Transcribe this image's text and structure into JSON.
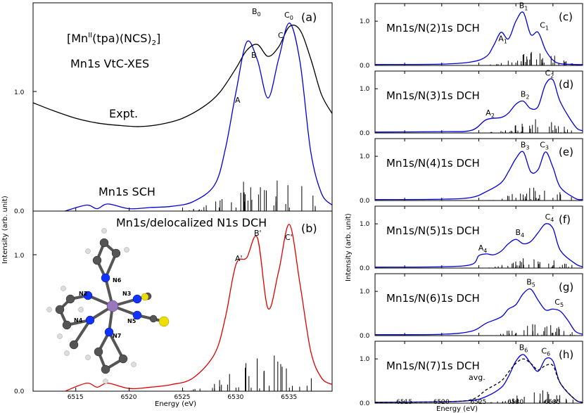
{
  "xlabel": "Energy (eV)",
  "ylabel": "Intensity (arb. unit)",
  "xticks": [
    "6515",
    "6520",
    "6525",
    "6530",
    "6535"
  ],
  "colors": {
    "expt": "#000000",
    "sch": "#0000dd",
    "delocalized": "#dd0000",
    "dch": "#0000dd",
    "avg": "#000000",
    "sticks": "#000000"
  },
  "left": {
    "panel_a": {
      "tag": "(a)",
      "compound_prefix": "[Mn",
      "compound_sup": "II",
      "compound_mid": "(tpa)(NCS)",
      "compound_sub": "2",
      "compound_suffix": "]",
      "method": "Mn1s VtC-XES",
      "expt_label": "Expt.",
      "sch_label": "Mn1s SCH",
      "yticks": [
        "0.0",
        "1.0"
      ],
      "peaks": {
        "B0": "B",
        "B0sub": "0",
        "C0": "C",
        "C0sub": "0",
        "A": "A",
        "B": "B",
        "C": "C"
      }
    },
    "panel_b": {
      "tag": "(b)",
      "title": "Mn1s/delocalized N1s DCH",
      "yticks": [
        "0.0",
        "1.0"
      ],
      "peaks": {
        "A": "A'",
        "B": "B'",
        "C": "C'"
      },
      "atoms": [
        "N6",
        "N2",
        "N3",
        "N4",
        "N5",
        "N7"
      ]
    }
  },
  "right": [
    {
      "tag": "(c)",
      "title": "Mn1s/N(2)1s DCH",
      "peaks": [
        {
          "t": "A",
          "s": "1"
        },
        {
          "t": "B",
          "s": "1"
        },
        {
          "t": "C",
          "s": "1"
        }
      ]
    },
    {
      "tag": "(d)",
      "title": "Mn1s/N(3)1s DCH",
      "peaks": [
        {
          "t": "A",
          "s": "2"
        },
        {
          "t": "B",
          "s": "2"
        },
        {
          "t": "C",
          "s": "2"
        }
      ]
    },
    {
      "tag": "(e)",
      "title": "Mn1s/N(4)1s DCH",
      "peaks": [
        {
          "t": "B",
          "s": "3"
        },
        {
          "t": "C",
          "s": "3"
        }
      ]
    },
    {
      "tag": "(f)",
      "title": "Mn1s/N(5)1s DCH",
      "peaks": [
        {
          "t": "A",
          "s": "4"
        },
        {
          "t": "B",
          "s": "4"
        },
        {
          "t": "C",
          "s": "4"
        }
      ]
    },
    {
      "tag": "(g)",
      "title": "Mn1s/N(6)1s DCH",
      "peaks": [
        {
          "t": "B",
          "s": "5"
        },
        {
          "t": "C",
          "s": "5"
        }
      ]
    },
    {
      "tag": "(h)",
      "title": "Mn1s/N(7)1s DCH",
      "peaks": [
        {
          "t": "B",
          "s": "6"
        },
        {
          "t": "C",
          "s": "6"
        }
      ],
      "avg_label": "avg."
    }
  ],
  "right_yticks": [
    "0.0",
    "1.0"
  ],
  "chart_data": {
    "type": "line",
    "x_range": [
      6511,
      6539
    ],
    "xlabel": "Energy (eV)",
    "ylabel": "Intensity (arb. unit)",
    "panels": [
      {
        "id": "a",
        "series": [
          {
            "name": "Expt.",
            "x": [
              6511,
              6513,
              6515,
              6517,
              6519,
              6521,
              6523,
              6525,
              6527,
              6528.5,
              6530,
              6531,
              6532,
              6533,
              6534,
              6535,
              6536,
              6537,
              6538,
              6539
            ],
            "y": [
              0.91,
              0.84,
              0.78,
              0.74,
              0.72,
              0.71,
              0.73,
              0.78,
              0.88,
              1.0,
              1.2,
              1.35,
              1.4,
              1.3,
              1.38,
              1.55,
              1.52,
              1.28,
              0.98,
              0.82
            ]
          },
          {
            "name": "Mn1s SCH",
            "x": [
              6514,
              6516,
              6517,
              6518,
              6520,
              6522,
              6524,
              6526,
              6528,
              6529,
              6530,
              6531,
              6532,
              6533,
              6534,
              6535,
              6536,
              6537,
              6538,
              6539
            ],
            "y": [
              0.0,
              0.05,
              0.02,
              0.06,
              0.02,
              0.03,
              0.04,
              0.08,
              0.22,
              0.52,
              1.0,
              1.42,
              1.27,
              0.95,
              1.28,
              1.58,
              1.25,
              0.5,
              0.15,
              0.05
            ]
          }
        ]
      },
      {
        "id": "b",
        "series": [
          {
            "name": "Mn1s/delocalized N1s DCH",
            "x": [
              6514,
              6516,
              6517,
              6518,
              6520,
              6522,
              6524,
              6526,
              6528,
              6529,
              6530,
              6531,
              6532,
              6533,
              6534,
              6535,
              6536,
              6537,
              6538,
              6539
            ],
            "y": [
              0.0,
              0.06,
              0.03,
              0.06,
              0.02,
              0.03,
              0.05,
              0.1,
              0.28,
              0.55,
              0.95,
              1.0,
              1.15,
              0.62,
              0.9,
              1.25,
              0.8,
              0.3,
              0.1,
              0.05
            ]
          }
        ]
      },
      {
        "id": "c",
        "series": [
          {
            "x": [
              6511,
              6520,
              6524,
              6526,
              6527,
              6528,
              6529,
              6530,
              6531,
              6532,
              6533,
              6534,
              6535,
              6536,
              6538,
              6539
            ],
            "y": [
              0.02,
              0.03,
              0.08,
              0.2,
              0.45,
              0.75,
              0.6,
              1.0,
              1.2,
              0.7,
              0.75,
              0.35,
              0.12,
              0.04,
              0.02,
              0.02
            ]
          }
        ]
      },
      {
        "id": "d",
        "series": [
          {
            "x": [
              6511,
              6520,
              6524,
              6526,
              6528,
              6529,
              6530,
              6531,
              6532,
              6533,
              6534,
              6535,
              6536,
              6538,
              6539
            ],
            "y": [
              0.02,
              0.03,
              0.06,
              0.3,
              0.35,
              0.45,
              0.65,
              0.72,
              0.55,
              0.6,
              1.1,
              1.2,
              0.7,
              0.15,
              0.05
            ]
          }
        ]
      },
      {
        "id": "e",
        "series": [
          {
            "x": [
              6511,
              6520,
              6524,
              6526,
              6528,
              6529,
              6530,
              6531,
              6532,
              6533,
              6534,
              6535,
              6536,
              6538,
              6539
            ],
            "y": [
              0.02,
              0.03,
              0.07,
              0.2,
              0.4,
              0.65,
              0.95,
              1.1,
              0.65,
              0.7,
              1.1,
              0.75,
              0.3,
              0.05,
              0.02
            ]
          }
        ]
      },
      {
        "id": "f",
        "series": [
          {
            "x": [
              6511,
              6520,
              6524,
              6525,
              6526,
              6527,
              6528,
              6529,
              6530,
              6531,
              6532,
              6533,
              6534,
              6535,
              6536,
              6538,
              6539
            ],
            "y": [
              0.02,
              0.03,
              0.08,
              0.28,
              0.32,
              0.3,
              0.38,
              0.55,
              0.65,
              0.55,
              0.6,
              0.8,
              1.0,
              0.9,
              0.4,
              0.1,
              0.03
            ]
          }
        ]
      },
      {
        "id": "g",
        "series": [
          {
            "x": [
              6511,
              6520,
              6524,
              6526,
              6528,
              6529,
              6530,
              6531,
              6532,
              6533,
              6534,
              6535,
              6536,
              6537,
              6538,
              6539
            ],
            "y": [
              0.02,
              0.03,
              0.1,
              0.28,
              0.42,
              0.6,
              0.7,
              0.95,
              1.05,
              0.8,
              0.58,
              0.6,
              0.55,
              0.35,
              0.1,
              0.03
            ]
          }
        ]
      },
      {
        "id": "h",
        "series": [
          {
            "name": "Mn1s/N(7)1s DCH",
            "x": [
              6511,
              6520,
              6524,
              6526,
              6528,
              6529,
              6530,
              6531,
              6532,
              6533,
              6534,
              6535,
              6536,
              6538,
              6539
            ],
            "y": [
              0.02,
              0.03,
              0.06,
              0.15,
              0.35,
              0.6,
              0.95,
              1.1,
              0.9,
              0.72,
              1.0,
              0.95,
              0.45,
              0.08,
              0.02
            ]
          },
          {
            "name": "avg.",
            "x": [
              6511,
              6520,
              6524,
              6526,
              6528,
              6529,
              6530,
              6531,
              6532,
              6533,
              6534,
              6535,
              6536,
              6538,
              6539
            ],
            "y": [
              0.02,
              0.03,
              0.08,
              0.3,
              0.5,
              0.7,
              0.9,
              1.0,
              0.9,
              0.75,
              0.85,
              0.85,
              0.45,
              0.08,
              0.02
            ]
          }
        ]
      }
    ]
  }
}
